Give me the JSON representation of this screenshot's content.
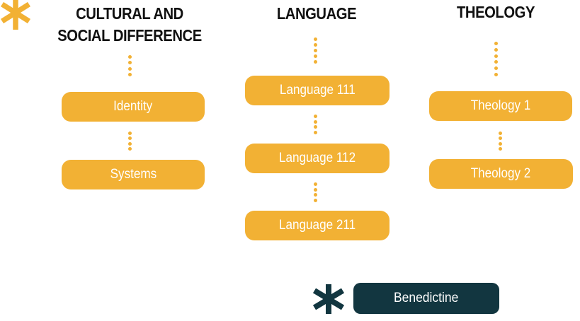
{
  "columns": {
    "cultural": {
      "title_line1": "CULTURAL AND",
      "title_line2": "SOCIAL DIFFERENCE",
      "items": [
        "Identity",
        "Systems"
      ]
    },
    "language": {
      "title": "LANGUAGE",
      "items": [
        "Language 111",
        "Language 112",
        "Language 211"
      ]
    },
    "theology": {
      "title": "THEOLOGY",
      "items": [
        "Theology 1",
        "Theology 2"
      ]
    }
  },
  "legend": {
    "label": "Benedictine"
  },
  "colors": {
    "accent": "#f2b134",
    "dark": "#123640",
    "title": "#111111"
  }
}
